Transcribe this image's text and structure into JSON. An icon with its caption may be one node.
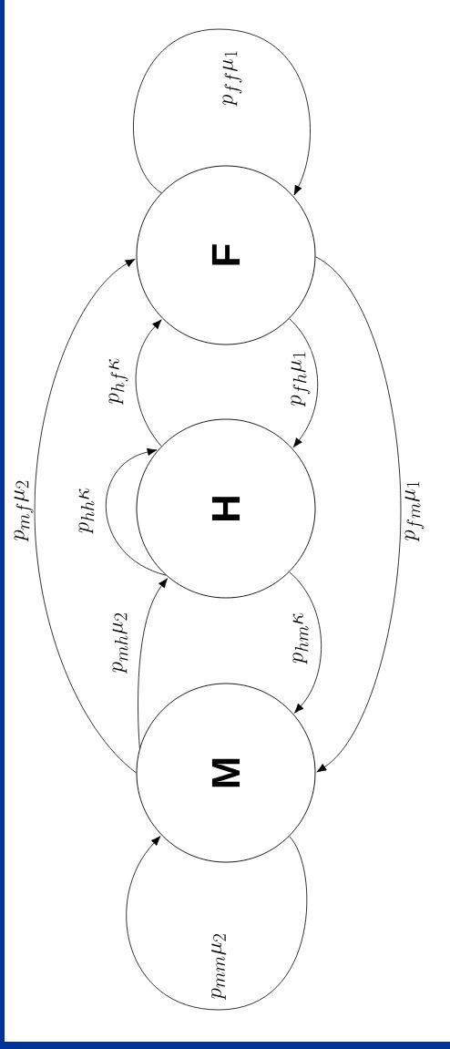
{
  "diagram": {
    "nodes": [
      {
        "text": [
          "M"
        ]
      },
      {
        "text": [
          "H"
        ]
      },
      {
        "text": [
          "F"
        ]
      }
    ],
    "edges": [
      {
        "from": 0,
        "to": 0,
        "arrow": "to",
        "label": "p_{mm}\\mu_{2}"
      },
      {
        "from": 0,
        "to": 1,
        "arrow": "to",
        "label": "p_{mh}\\mu_{2}"
      },
      {
        "from": 1,
        "to": 1,
        "arrow": "to",
        "label": "p_{hh}\\kappa"
      },
      {
        "from": 1,
        "to": 2,
        "arrow": "to",
        "label": "p_{hf}\\kappa"
      },
      {
        "from": 2,
        "to": 1,
        "arrow": "to",
        "label": "p_{fh}\\mu_{1}"
      },
      {
        "from": 1,
        "to": 0,
        "arrow": "to",
        "label": "p_{hm}\\kappa"
      },
      {
        "from": 0,
        "to": 2,
        "arrow": "to",
        "label": "p_{mf}\\mu_{2}"
      },
      {
        "from": 2,
        "to": 0,
        "arrow": "to",
        "label": "p_{fm}\\mu_{1}"
      },
      {
        "from": 2,
        "to": 2,
        "arrow": "to",
        "label": "p_{ff}\\mu_{1}"
      }
    ]
  }
}
